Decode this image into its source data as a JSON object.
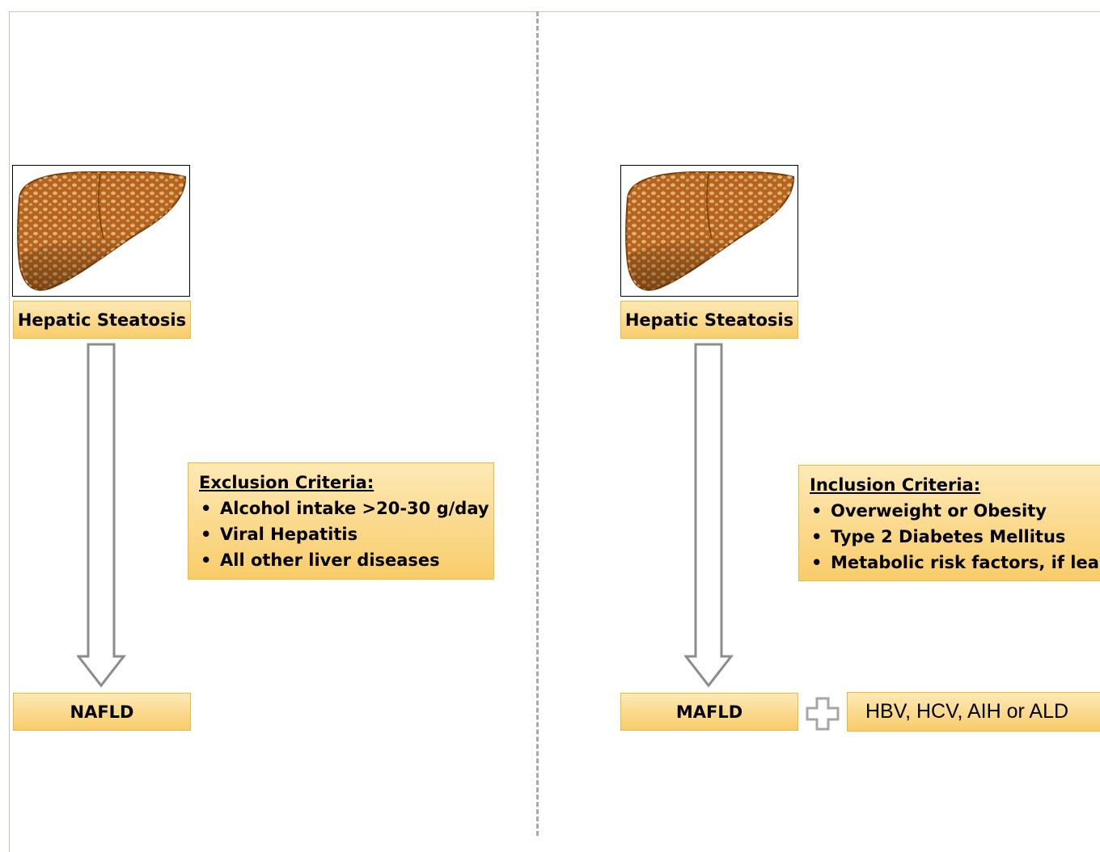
{
  "left_panel": {
    "source_label": "Hepatic Steatosis",
    "criteria": {
      "title": "Exclusion Criteria:",
      "items": [
        "Alcohol intake >20-30 g/day",
        "Viral Hepatitis",
        "All other liver diseases"
      ]
    },
    "result_label": "NAFLD"
  },
  "right_panel": {
    "source_label": "Hepatic Steatosis",
    "criteria": {
      "title": "Inclusion Criteria:",
      "items": [
        "Overweight or Obesity",
        "Type 2 Diabetes Mellitus",
        "Metabolic risk factors, if lean"
      ]
    },
    "result_label": "MAFLD",
    "plus_icon": "plus-outline-icon",
    "extra_label": "HBV, HCV, AIH or ALD"
  },
  "colors": {
    "box_fill_light": "#fde9b6",
    "box_fill_dark": "#f9cc6a",
    "box_border": "#f2b93b",
    "arrow_stroke": "#8c8c8c",
    "liver_brown": "#b5651d"
  }
}
